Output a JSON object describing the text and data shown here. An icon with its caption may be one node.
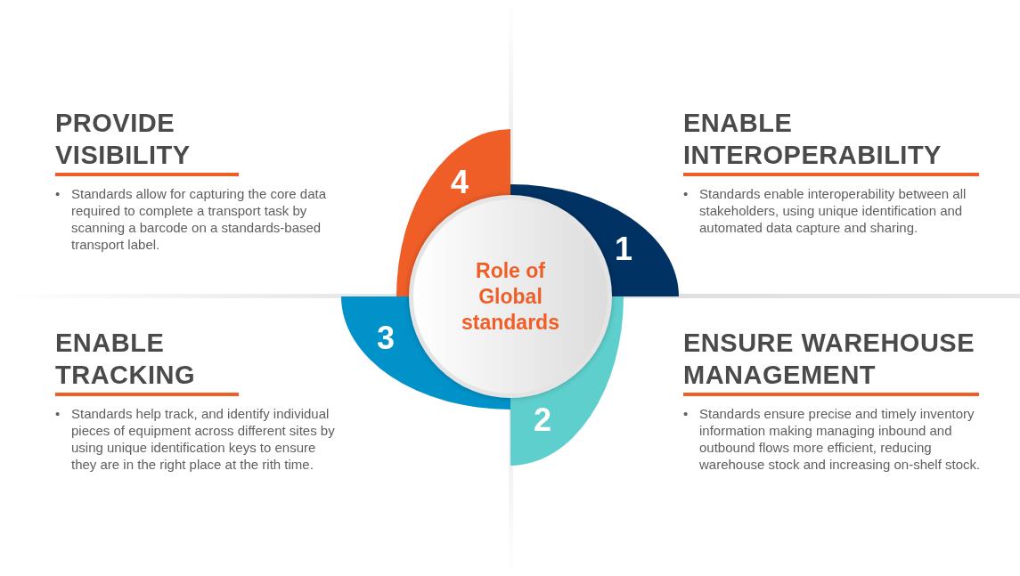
{
  "diagram": {
    "nodes": [
      {
        "text": [
          "Role of Global standards"
        ]
      },
      {
        "text": [
          "1"
        ]
      },
      {
        "text": [
          "2"
        ]
      },
      {
        "text": [
          "3"
        ]
      },
      {
        "text": [
          "4"
        ]
      }
    ],
    "labels": [
      "PROVIDE VISIBILITY",
      "•",
      "Standards allow for capturing the core data required to complete a transport task by scanning a barcode on a standards-based transport label.",
      "ENABLE INTEROPERABILITY",
      "•",
      "Standards enable interoperability between all stakeholders, using unique identification and automated data capture and sharing.",
      "ENABLE TRACKING",
      "•",
      "Standards help track, and identify individual pieces of equipment across different sites by using unique identification keys to ensure they are in the right place at the rith time.",
      "ENSURE WAREHOUSE MANAGEMENT",
      "•",
      "Standards ensure precise and timely inventory information making managing inbound and outbound flows more efficient, reducing warehouse stock and increasing on-shelf stock."
    ]
  }
}
